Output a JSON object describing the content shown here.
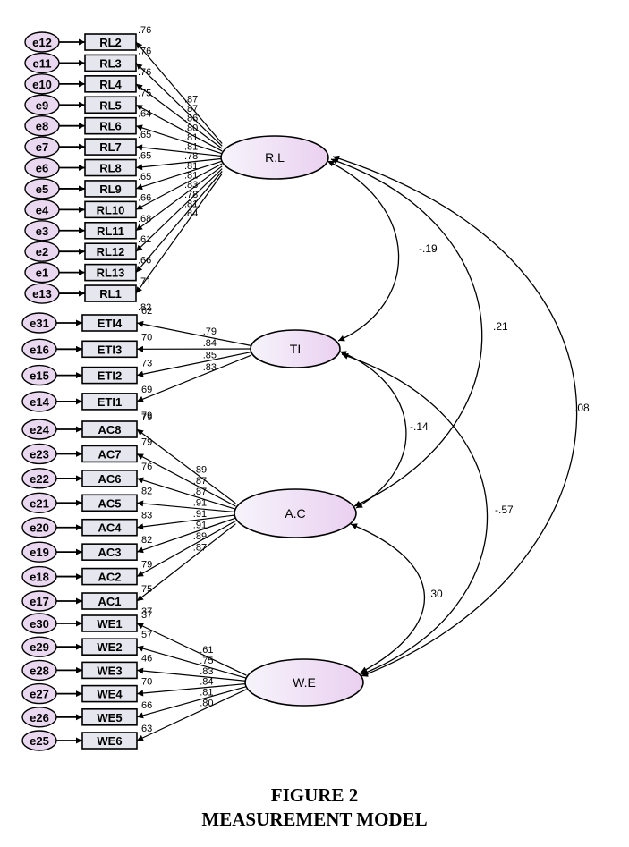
{
  "colors": {
    "latent_fill_start": "#f6f4fb",
    "latent_fill_end": "#ead0f0",
    "error_fill": "#ead8f0",
    "indicator_fill": "#e6e6ee",
    "stroke": "#000000"
  },
  "latents": [
    {
      "id": "RL",
      "label": "R.L"
    },
    {
      "id": "TI",
      "label": "TI"
    },
    {
      "id": "AC",
      "label": "A.C"
    },
    {
      "id": "WE",
      "label": "W.E"
    }
  ],
  "indicators": [
    {
      "label": "RL2",
      "error": "e12",
      "latent": "RL",
      "loading": ".87",
      "r2": ".76"
    },
    {
      "label": "RL3",
      "error": "e11",
      "latent": "RL",
      "loading": ".87",
      "r2": ".76"
    },
    {
      "label": "RL4",
      "error": "e10",
      "latent": "RL",
      "loading": ".86",
      "r2": ".76"
    },
    {
      "label": "RL5",
      "error": "e9",
      "latent": "RL",
      "loading": ".80",
      "r2": ".75"
    },
    {
      "label": "RL6",
      "error": "e8",
      "latent": "RL",
      "loading": ".81",
      "r2": ".64"
    },
    {
      "label": "RL7",
      "error": "e7",
      "latent": "RL",
      "loading": ".81",
      "r2": ".65"
    },
    {
      "label": "RL8",
      "error": "e6",
      "latent": "RL",
      "loading": ".78",
      "r2": ".65"
    },
    {
      "label": "RL9",
      "error": "e5",
      "latent": "RL",
      "loading": ".81",
      "r2": ".65"
    },
    {
      "label": "RL10",
      "error": "e4",
      "latent": "RL",
      "loading": ".81",
      "r2": ".66"
    },
    {
      "label": "RL11",
      "error": "e3",
      "latent": "RL",
      "loading": ".83",
      "r2": ".68"
    },
    {
      "label": "RL12",
      "error": "e2",
      "latent": "RL",
      "loading": ".78",
      "r2": ".61"
    },
    {
      "label": "RL13",
      "error": "e1",
      "latent": "RL",
      "loading": ".81",
      "r2": ".66"
    },
    {
      "label": "RL1",
      "error": "e13",
      "latent": "RL",
      "loading": ".84",
      "r2": ".71"
    },
    {
      "label": "ETI4",
      "error": "e31",
      "latent": "TI",
      "loading": ".79",
      "r2": ".62"
    },
    {
      "label": "ETI3",
      "error": "e16",
      "latent": "TI",
      "loading": ".84",
      "r2": ".70"
    },
    {
      "label": "ETI2",
      "error": "e15",
      "latent": "TI",
      "loading": ".85",
      "r2": ".73"
    },
    {
      "label": "ETI1",
      "error": "e14",
      "latent": "TI",
      "loading": ".83",
      "r2": ".69"
    },
    {
      "label": "AC8",
      "error": "e24",
      "latent": "AC",
      "loading": ".89",
      "r2": ".79"
    },
    {
      "label": "AC7",
      "error": "e23",
      "latent": "AC",
      "loading": ".87",
      "r2": ".79"
    },
    {
      "label": "AC6",
      "error": "e22",
      "latent": "AC",
      "loading": ".87",
      "r2": ".76"
    },
    {
      "label": "AC5",
      "error": "e21",
      "latent": "AC",
      "loading": ".91",
      "r2": ".82"
    },
    {
      "label": "AC4",
      "error": "e20",
      "latent": "AC",
      "loading": ".91",
      "r2": ".83"
    },
    {
      "label": "AC3",
      "error": "e19",
      "latent": "AC",
      "loading": ".91",
      "r2": ".82"
    },
    {
      "label": "AC2",
      "error": "e18",
      "latent": "AC",
      "loading": ".89",
      "r2": ".79"
    },
    {
      "label": "AC1",
      "error": "e17",
      "latent": "AC",
      "loading": ".87",
      "r2": ".75"
    },
    {
      "label": "WE1",
      "error": "e30",
      "latent": "WE",
      "loading": ".61",
      "r2": ".37"
    },
    {
      "label": "WE2",
      "error": "e29",
      "latent": "WE",
      "loading": ".75",
      "r2": ".57"
    },
    {
      "label": "WE3",
      "error": "e28",
      "latent": "WE",
      "loading": ".83",
      "r2": ".46"
    },
    {
      "label": "WE4",
      "error": "e27",
      "latent": "WE",
      "loading": ".84",
      "r2": ".70"
    },
    {
      "label": "WE5",
      "error": "e26",
      "latent": "WE",
      "loading": ".81",
      "r2": ".66"
    },
    {
      "label": "WE6",
      "error": "e25",
      "latent": "WE",
      "loading": ".80",
      "r2": ".63"
    }
  ],
  "trailing_r2": {
    "RL": ".82",
    "TI": ".79",
    "AC": ".37",
    "WE": ""
  },
  "correlations": [
    {
      "from": "RL",
      "to": "TI",
      "value": "-.19"
    },
    {
      "from": "RL",
      "to": "AC",
      "value": ".21"
    },
    {
      "from": "RL",
      "to": "WE",
      "value": ".08"
    },
    {
      "from": "TI",
      "to": "AC",
      "value": "-.14"
    },
    {
      "from": "TI",
      "to": "WE",
      "value": "-.57"
    },
    {
      "from": "AC",
      "to": "WE",
      "value": ".30"
    }
  ],
  "caption": {
    "line1": "FIGURE 2",
    "line2": "MEASUREMENT MODEL"
  }
}
